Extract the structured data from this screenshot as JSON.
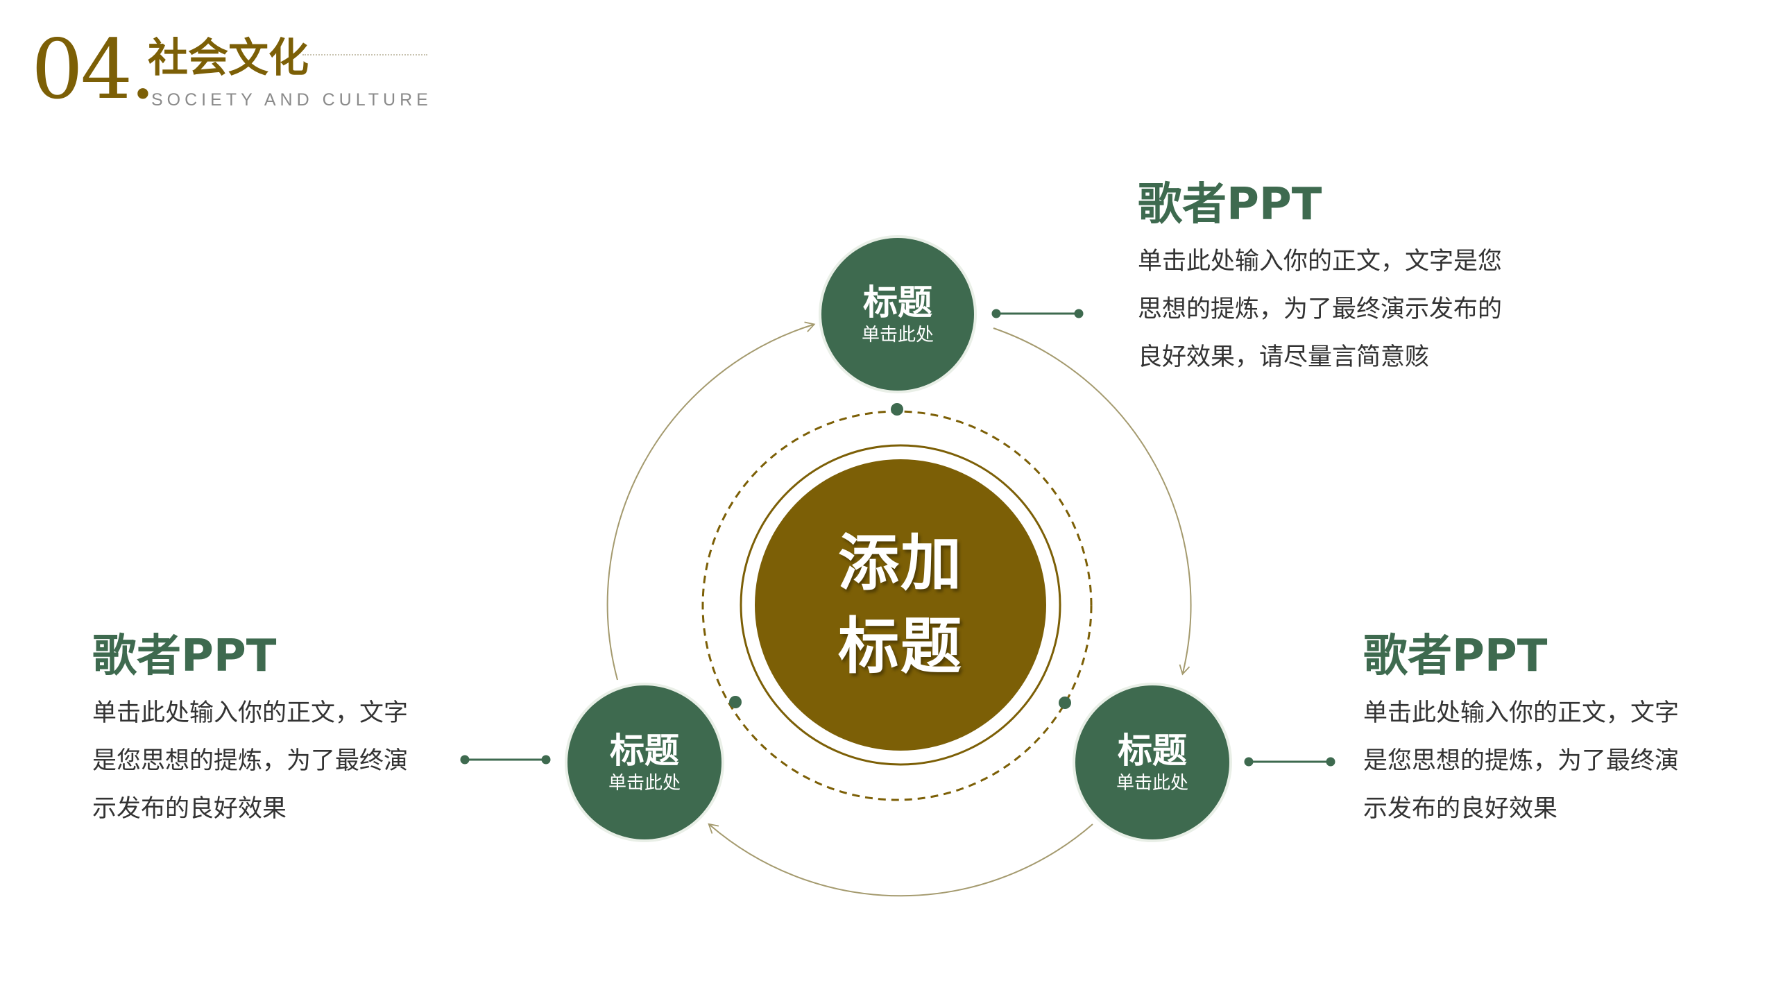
{
  "header": {
    "number": "04.",
    "title": "社会文化",
    "subtitle": "SOCIETY AND CULTURE"
  },
  "center": {
    "line1": "添加",
    "line2": "标题"
  },
  "nodes": [
    {
      "title": "标题",
      "subtitle": "单击此处"
    },
    {
      "title": "标题",
      "subtitle": "单击此处"
    },
    {
      "title": "标题",
      "subtitle": "单击此处"
    }
  ],
  "blocks": {
    "top_right": {
      "title": "歌者PPT",
      "lines": [
        "单击此处输入你的正文，文字是您",
        "思想的提炼，为了最终演示发布的",
        "良好效果，请尽量言简意赅"
      ]
    },
    "left": {
      "title": "歌者PPT",
      "lines": [
        "单击此处输入你的正文，文字",
        "是您思想的提炼，为了最终演",
        "示发布的良好效果"
      ]
    },
    "bottom_right": {
      "title": "歌者PPT",
      "lines": [
        "单击此处输入你的正文，文字",
        "是您思想的提炼，为了最终演",
        "示发布的良好效果"
      ]
    }
  },
  "colors": {
    "gold": "#7c5f06",
    "green": "#3e6a4f",
    "arc": "#a49a6e"
  }
}
